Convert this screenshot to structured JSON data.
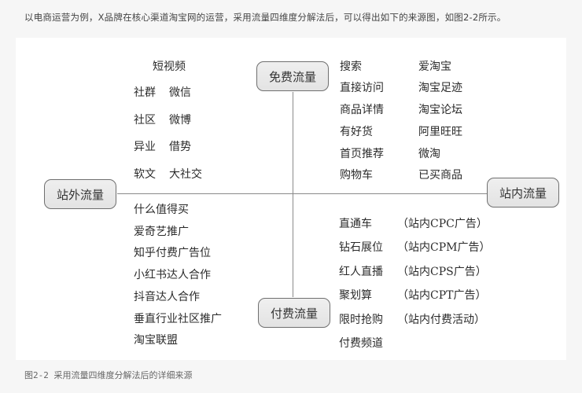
{
  "intro_text": "以电商运营为例，X品牌在核心渠道淘宝网的运营，采用流量四维度分解法后，可以得出如下的来源图，如图2-2所示。",
  "diagram": {
    "nodes": {
      "free": "免费流量",
      "paid": "付费流量",
      "external": "站外流量",
      "internal": "站内流量"
    },
    "external_free": {
      "header": "短视频",
      "rows": [
        [
          "社群",
          "微信"
        ],
        [
          "社区",
          "微博"
        ],
        [
          "异业",
          "借势"
        ],
        [
          "软文",
          "大社交"
        ]
      ]
    },
    "internal_free": {
      "rows": [
        [
          "搜索",
          "爱淘宝"
        ],
        [
          "直接访问",
          "淘宝足迹"
        ],
        [
          "商品详情",
          "淘宝论坛"
        ],
        [
          "有好货",
          "阿里旺旺"
        ],
        [
          "首页推荐",
          "微淘"
        ],
        [
          "购物车",
          "已买商品"
        ]
      ]
    },
    "external_paid": {
      "items": [
        "什么值得买",
        "爱奇艺推广",
        "知乎付费广告位",
        "小红书达人合作",
        "抖音达人合作",
        "垂直行业社区推广",
        "淘宝联盟"
      ]
    },
    "internal_paid": {
      "rows": [
        [
          "直通车",
          "（站内CPC广告）"
        ],
        [
          "钻石展位",
          "（站内CPM广告）"
        ],
        [
          "红人直播",
          "（站内CPS广告）"
        ],
        [
          "聚划算",
          "（站内CPT广告）"
        ],
        [
          "限时抢购",
          "（站内付费活动）"
        ],
        [
          "付费频道",
          ""
        ]
      ]
    }
  },
  "caption": "图2-2 采用流量四维度分解法后的详细来源"
}
